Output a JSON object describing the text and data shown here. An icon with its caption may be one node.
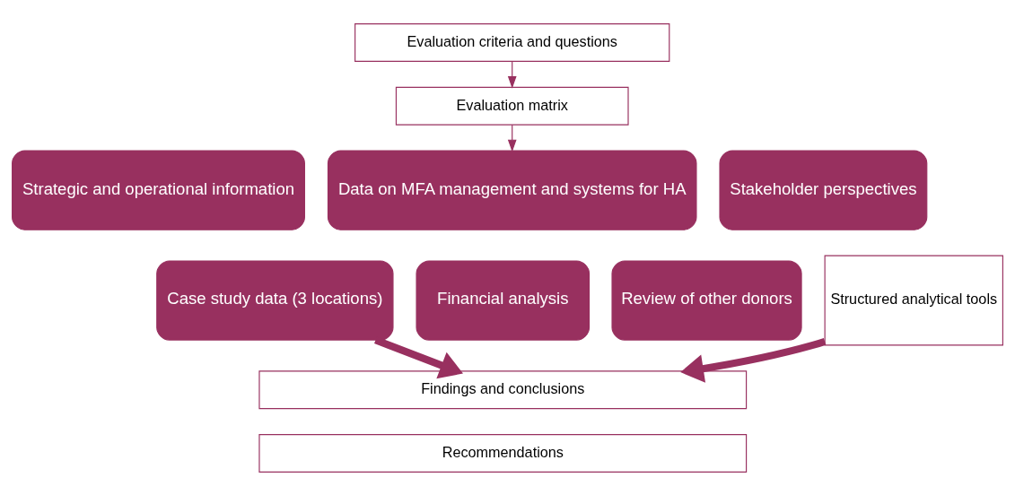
{
  "diagram": {
    "nodes": [
      {
        "text": [
          "Evaluation criteria and questions"
        ]
      },
      {
        "text": [
          "Evaluation matrix"
        ]
      },
      {
        "text": [
          "Strategic and operational information"
        ]
      },
      {
        "text": [
          "Data on MFA management and systems for HA"
        ]
      },
      {
        "text": [
          "Stakeholder perspectives"
        ]
      },
      {
        "text": [
          "Case study data (3 locations)"
        ]
      },
      {
        "text": [
          "Financial analysis"
        ]
      },
      {
        "text": [
          "Review of other donors"
        ]
      },
      {
        "text": [
          "Structured analytical tools"
        ]
      },
      {
        "text": [
          "Findings and conclusions"
        ]
      },
      {
        "text": [
          "Recommendations"
        ]
      }
    ],
    "edges": [
      {
        "from": 0,
        "to": 1,
        "arrow": "to"
      },
      {
        "from": 1,
        "to": 3,
        "arrow": "to"
      },
      {
        "from": 5,
        "to": 9,
        "arrow": "to",
        "style": "thick"
      },
      {
        "from": 8,
        "to": 9,
        "arrow": "to",
        "style": "thick"
      }
    ]
  }
}
